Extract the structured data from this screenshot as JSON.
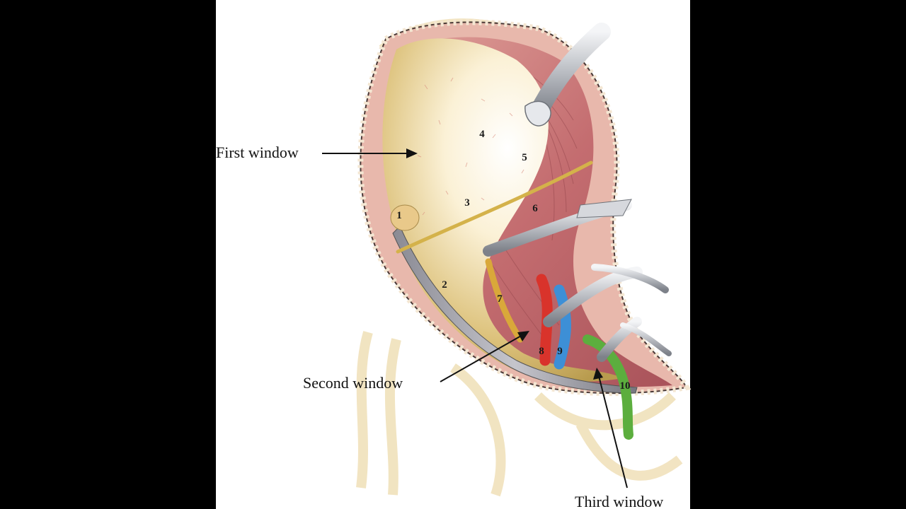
{
  "labels": {
    "first_window": "First window",
    "second_window": "Second window",
    "third_window": "Third window"
  },
  "numbers": [
    "1",
    "2",
    "3",
    "4",
    "5",
    "6",
    "7",
    "8",
    "9",
    "10"
  ],
  "colors": {
    "background": "#000000",
    "panel": "#ffffff",
    "bone": "#f2ddb0",
    "muscle": "#c9787a",
    "ligament": "#d4b24a",
    "artery": "#d9332b",
    "vein": "#3d8fd6",
    "nerve": "#5cae3e",
    "retractor": "#b9bcc2"
  }
}
